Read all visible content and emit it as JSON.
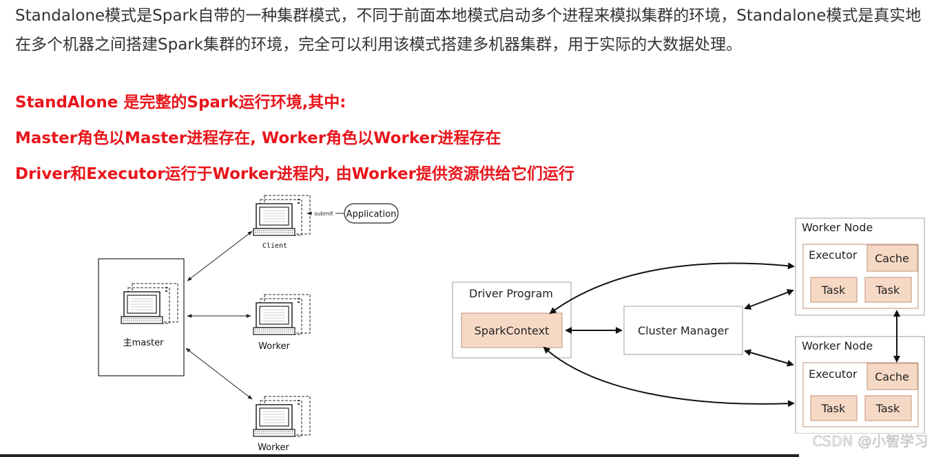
{
  "intro": {
    "paragraph": "Standalone模式是Spark自带的一种集群模式，不同于前面本地模式启动多个进程来模拟集群的环境，Standalone模式是真实地在多个机器之间搭建Spark集群的环境，完全可以利用该模式搭建多机器集群，用于实际的大数据处理。"
  },
  "highlights": [
    "StandAlone 是完整的Spark运行环境,其中:",
    "Master角色以Master进程存在, Worker角色以Worker进程存在",
    "Driver和Executor运行于Worker进程内, 由Worker提供资源供给它们运行"
  ],
  "left_diagram": {
    "master_label": "主master",
    "client_label": "Client",
    "worker1_label": "Worker",
    "worker2_label": "Worker",
    "submit_label": "submit",
    "application_label": "Application"
  },
  "right_diagram": {
    "driver_title": "Driver Program",
    "spark_context": "SparkContext",
    "cluster_manager": "Cluster Manager",
    "worker_nodes": [
      {
        "title": "Worker Node",
        "executor": "Executor",
        "cache": "Cache",
        "tasks": [
          "Task",
          "Task"
        ]
      },
      {
        "title": "Worker Node",
        "executor": "Executor",
        "cache": "Cache",
        "tasks": [
          "Task",
          "Task"
        ]
      }
    ]
  },
  "watermark": "CSDN @小智学习",
  "colors": {
    "highlight_red": "#e8151b",
    "body_text": "#333333",
    "component_fill": "#f6d9c5",
    "component_stroke": "#c9a08a"
  }
}
